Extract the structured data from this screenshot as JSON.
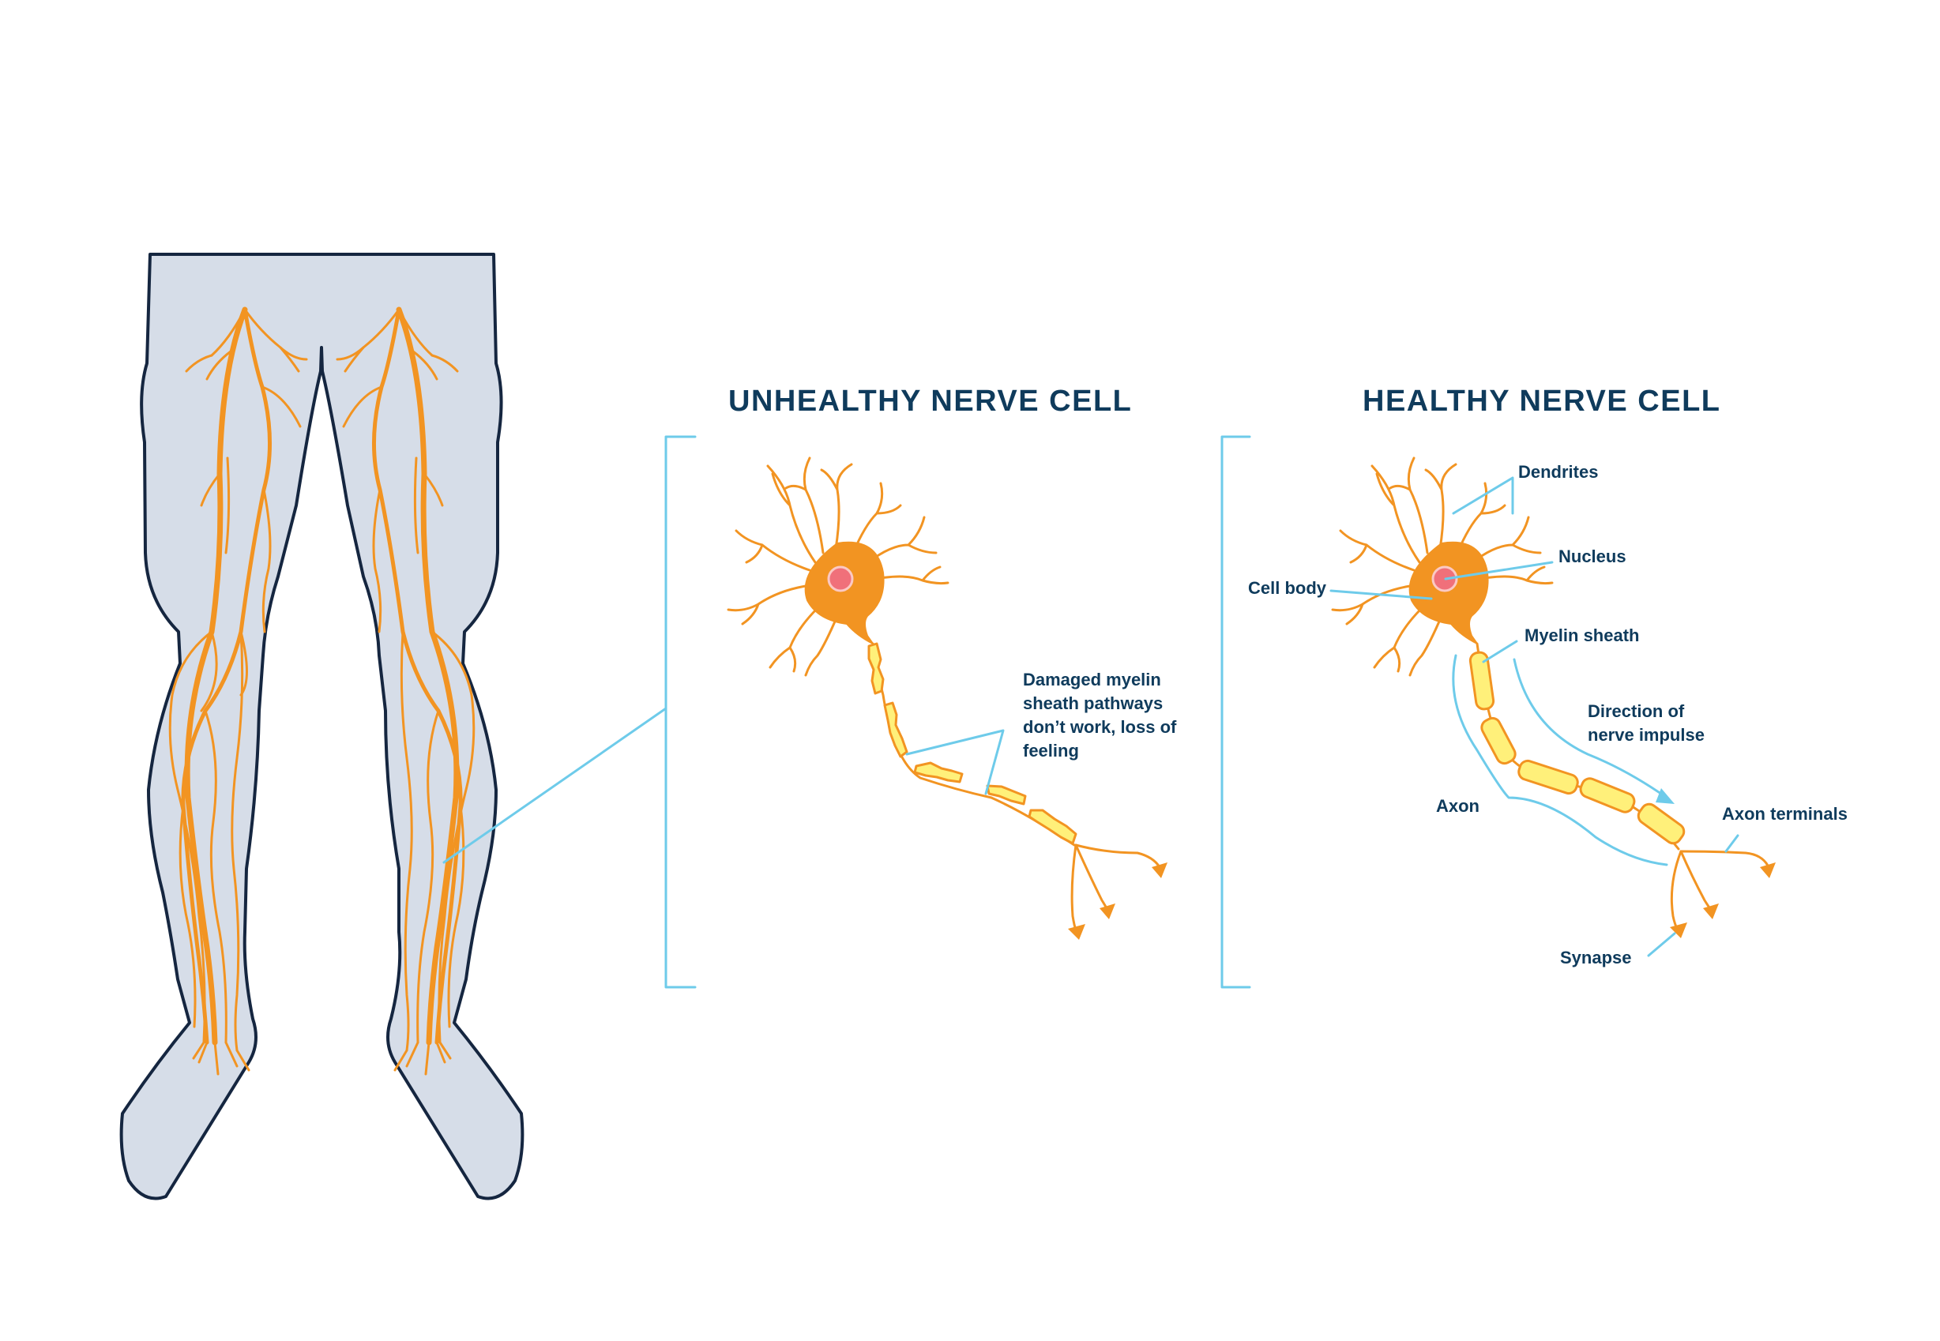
{
  "titles": {
    "unhealthy": "UNHEALTHY NERVE CELL",
    "healthy": "HEALTHY NERVE CELL"
  },
  "unhealthy_labels": {
    "damaged": [
      "Damaged myelin",
      "sheath pathways",
      "don’t work, loss of",
      "feeling"
    ]
  },
  "healthy_labels": {
    "dendrites": "Dendrites",
    "nucleus": "Nucleus",
    "cell_body": "Cell body",
    "myelin_sheath": "Myelin sheath",
    "direction": [
      "Direction of",
      "nerve impulse"
    ],
    "axon": "Axon",
    "axon_terminals": "Axon terminals",
    "synapse": "Synapse"
  },
  "colors": {
    "nerve": "#f29422",
    "myelin": "#fff07a",
    "nucleus": "#f0707a",
    "leader_line": "#6ecbea",
    "leg_fill": "#d6dde8",
    "leg_outline": "#152640",
    "text": "#0f3b5c"
  }
}
